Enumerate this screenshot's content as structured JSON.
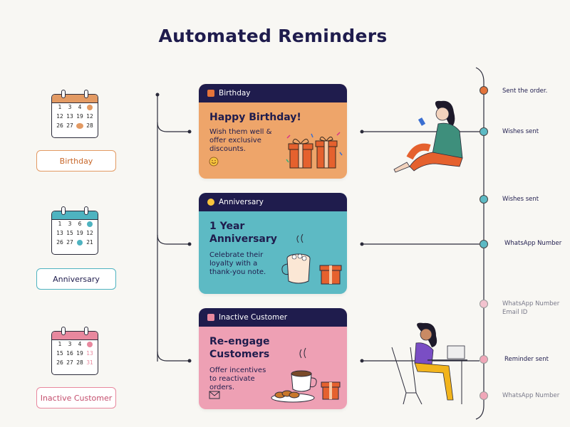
{
  "title": "Automated Reminders",
  "colors": {
    "navy": "#1f1c4d",
    "orange": "#eea56a",
    "teal": "#5dbac4",
    "pink": "#eea0b4",
    "line": "#2b2b3a"
  },
  "categories": [
    {
      "label": "Birthday",
      "calendar": {
        "row1": [
          "1",
          "3",
          "4",
          ""
        ],
        "row2": [
          "12",
          "13",
          "19",
          "12"
        ],
        "row3": [
          "26",
          "27",
          "",
          "28"
        ],
        "accent": "#e39a63"
      },
      "card": {
        "header": "Birthday",
        "title": "Happy Birthday!",
        "description": "Wish them well & offer exclusive discounts.",
        "icons": [
          "gift-icon",
          "smile-emoji-icon"
        ]
      }
    },
    {
      "label": "Anniversary",
      "calendar": {
        "row1": [
          "1",
          "3",
          "6",
          ""
        ],
        "row2": [
          "13",
          "15",
          "19",
          "12"
        ],
        "row3": [
          "26",
          "27",
          "",
          "21"
        ],
        "accent": "#4eb3c0"
      },
      "card": {
        "header": "Anniversary",
        "title": "1 Year Anniversary",
        "description": "Celebrate their loyalty with a thank-you note.",
        "icons": [
          "coffee-cup-icon",
          "gift-icon"
        ]
      }
    },
    {
      "label": "Inactive Customer",
      "calendar": {
        "row1": [
          "1",
          "3",
          "4",
          ""
        ],
        "row2": [
          "15",
          "16",
          "19",
          "13"
        ],
        "row3": [
          "26",
          "27",
          "28",
          "31"
        ],
        "accent": "#e8889e"
      },
      "card": {
        "header": "Inactive Customer",
        "title": "Re-engage Customers",
        "description": "Offer incentives to reactivate orders.",
        "icons": [
          "coffee-cup-icon",
          "cookies-icon",
          "gift-icon",
          "mail-icon"
        ]
      }
    }
  ],
  "timeline": [
    {
      "label": "Sent the order.",
      "color": "#e3733a"
    },
    {
      "label": "Wishes sent",
      "color": "#5dbac4"
    },
    {
      "label": "Wishes sent",
      "color": "#5dbac4"
    },
    {
      "label": "WhatsApp Number",
      "color": "#5dbac4"
    },
    {
      "label": "WhatsApp Number\nEmail ID",
      "color": "#f3c3cf"
    },
    {
      "label": "Reminder sent",
      "color": "#f0a7b8"
    },
    {
      "label": "WhatsApp Number",
      "color": "#f0a7b8"
    }
  ]
}
